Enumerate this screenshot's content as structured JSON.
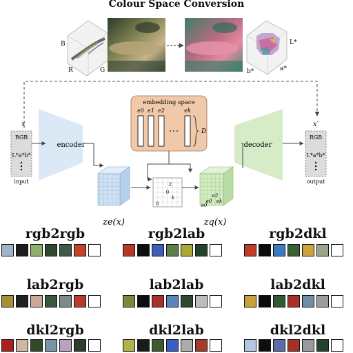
{
  "title": "Colour Space Conversion",
  "scatter_rgb_labels": {
    "b": "B",
    "r": "R",
    "g": "G"
  },
  "scatter_lab_labels": {
    "l": "L*",
    "a": "a*",
    "b": "b*"
  },
  "diagram": {
    "x_label": "x",
    "x_prime_label": "x′",
    "input_caption": "input",
    "output_caption": "output",
    "input_spaces": [
      "RGB",
      "L*a*b*"
    ],
    "output_spaces": [
      "RGB",
      "L*a*b*"
    ],
    "encoder_label": "encoder",
    "decoder_label": "decoder",
    "embedding_title": "embedding space",
    "embedding_vectors": [
      "e0",
      "e1",
      "e2",
      "ek"
    ],
    "embedding_dim": "D",
    "ze_label": "ze(x)",
    "zq_label": "zq(x)",
    "grid_digits": [
      "0",
      "2",
      "k"
    ],
    "zq_labels": [
      "e2",
      "e0",
      "ek",
      "e0"
    ]
  },
  "colors": {
    "encoder_fill": "#dbe8f5",
    "decoder_fill": "#d6ecc9",
    "embedding_fill": "#f0c9aa",
    "ze_cube": "#c9def2",
    "zq_cube": "#cfe8bf",
    "io_box": "#dcdcdc"
  },
  "palettes": [
    {
      "name": "rgb2rgb",
      "colors": [
        "#9fb4c8",
        "#1b1e1a",
        "#8fb06a",
        "#2e4a2e",
        "#3e5a49",
        "#c0432a",
        "#ffffff"
      ]
    },
    {
      "name": "rgb2lab",
      "colors": [
        "#b33a27",
        "#0e0e0e",
        "#3f5cb8",
        "#5e7d48",
        "#a8a839",
        "#24442a",
        "#ffffff"
      ]
    },
    {
      "name": "rgb2dkl",
      "colors": [
        "#c13a2a",
        "#0c0c0c",
        "#3a7bc0",
        "#3b5e33",
        "#c9a43a",
        "#9aa488",
        "#ffffff"
      ]
    },
    {
      "name": "lab2rgb",
      "colors": [
        "#a88f32",
        "#202420",
        "#c9a898",
        "#375a3f",
        "#7c8a88",
        "#b83c2e",
        "#ffffff"
      ]
    },
    {
      "name": "lab2lab",
      "colors": [
        "#7a8a3a",
        "#0e0e0e",
        "#a83028",
        "#5a86c0",
        "#2e4a2e",
        "#bdbdbd",
        "#ffffff"
      ]
    },
    {
      "name": "lab2dkl",
      "colors": [
        "#c6a23a",
        "#0b0b0b",
        "#2f5a33",
        "#a82e2a",
        "#6e8ea6",
        "#9d9d9d",
        "#ffffff"
      ]
    },
    {
      "name": "dkl2rgb",
      "colors": [
        "#ab1f1e",
        "#cfb89c",
        "#32492c",
        "#7a93a6",
        "#b8a2c2",
        "#2f3b2f",
        "#ffffff"
      ]
    },
    {
      "name": "dkl2lab",
      "colors": [
        "#b4b14e",
        "#1a1a1a",
        "#405a30",
        "#3c5ec4",
        "#ababab",
        "#a83a2c",
        "#ffffff"
      ]
    },
    {
      "name": "dkl2dkl",
      "colors": [
        "#b3c6e3",
        "#0f0f0f",
        "#5c6ca6",
        "#a43028",
        "#9a9a9a",
        "#24422a",
        "#ffffff"
      ]
    }
  ]
}
